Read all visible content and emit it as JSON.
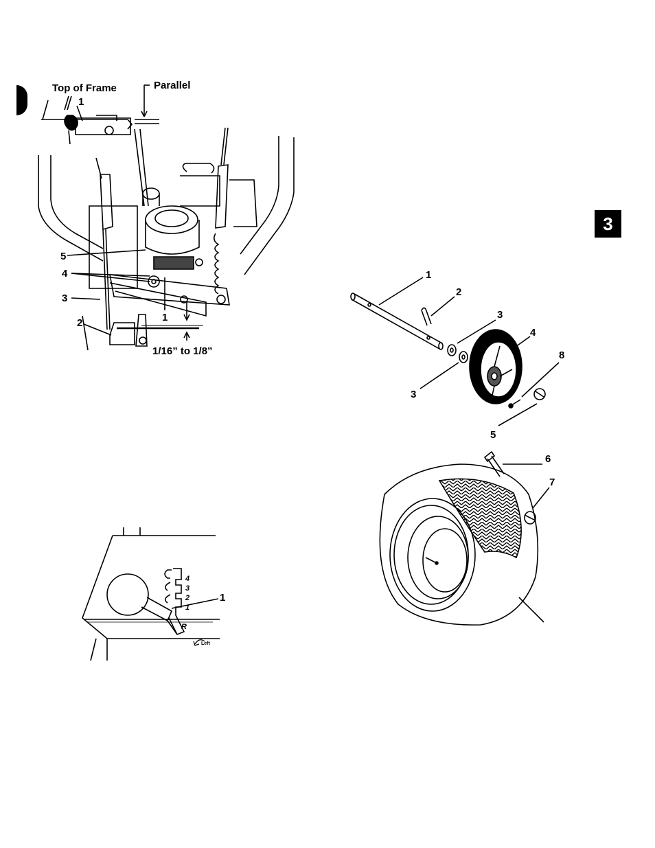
{
  "section_tab": "3",
  "figure_a": {
    "labels": {
      "top_of_frame": "Top of Frame",
      "parallel": "Parallel",
      "inset_1": "1",
      "c5": "5",
      "c4": "4",
      "c3": "3",
      "c2": "2",
      "c1": "1",
      "gap": "1/16” to 1/8”"
    }
  },
  "figure_b": {
    "labels": {
      "c1": "1",
      "c2": "2",
      "c3a": "3",
      "c3b": "3",
      "c4": "4",
      "c8": "8",
      "c5": "5"
    }
  },
  "figure_c": {
    "labels": {
      "c6": "6",
      "c7": "7"
    }
  },
  "figure_d": {
    "labels": {
      "c1": "1",
      "g4": "4",
      "g3": "3",
      "g2": "2",
      "g1": "1",
      "gR": "R",
      "left": "Left"
    }
  },
  "icons": [
    "half-circle-marker",
    "section-tab"
  ]
}
